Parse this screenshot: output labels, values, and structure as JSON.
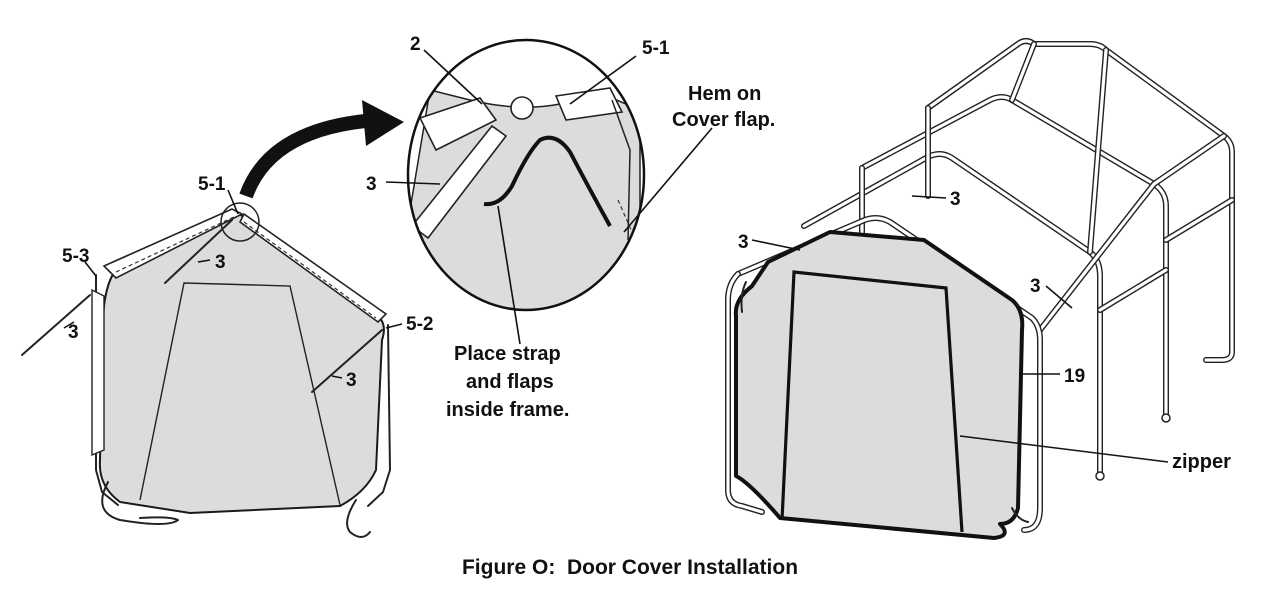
{
  "caption": "Figure O:  Door Cover Installation",
  "left_view": {
    "labels": {
      "top": "5-1",
      "left": "5-3",
      "right": "5-2",
      "pole_left": "3",
      "pole_top": "3",
      "pole_right": "3"
    }
  },
  "detail_view": {
    "labels": {
      "strap": "2",
      "top": "5-1",
      "pole": "3"
    },
    "hem_note": [
      "Hem on",
      "Cover flap."
    ],
    "strap_note": [
      "Place strap",
      "and flaps",
      "inside frame."
    ]
  },
  "right_view": {
    "labels": {
      "rail_left": "3",
      "rail_mid": "3",
      "rail_right": "3",
      "cover": "19",
      "zipper": "zipper"
    }
  }
}
